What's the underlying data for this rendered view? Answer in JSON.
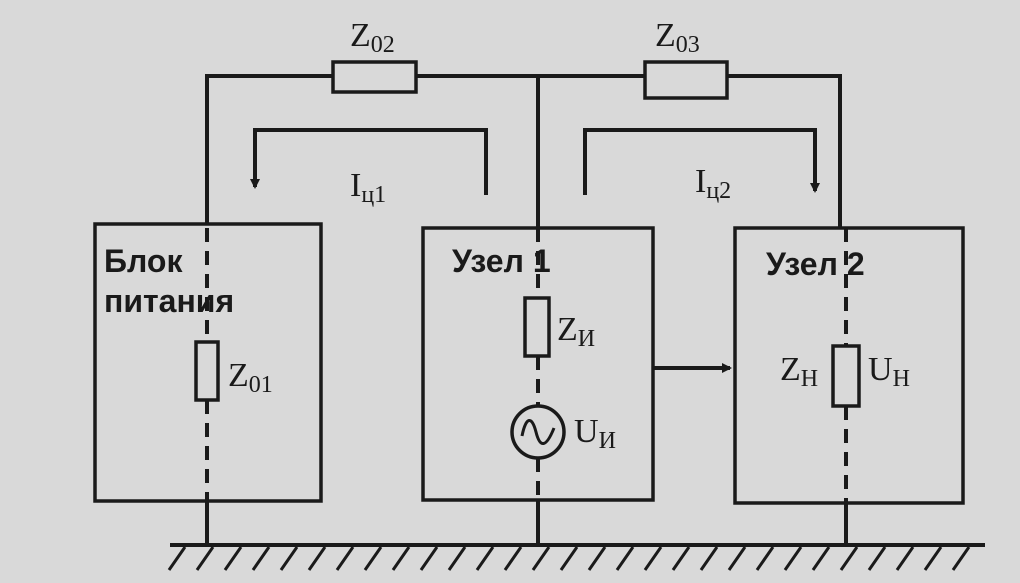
{
  "labels": {
    "z02": {
      "main": "Z",
      "sub": "02"
    },
    "z03": {
      "main": "Z",
      "sub": "03"
    },
    "i_c1": {
      "main": "I",
      "sub": "ц1"
    },
    "i_c2": {
      "main": "I",
      "sub": "ц2"
    },
    "z01": {
      "main": "Z",
      "sub": "01"
    },
    "z_i": {
      "main": "Z",
      "sub": "И"
    },
    "u_i": {
      "main": "U",
      "sub": "И"
    },
    "z_n": {
      "main": "Z",
      "sub": "Н"
    },
    "u_n": {
      "main": "U",
      "sub": "Н"
    }
  },
  "blocks": {
    "power": {
      "line1": "Блок",
      "line2": "питания"
    },
    "node1": {
      "line1": "Узел 1"
    },
    "node2": {
      "line1": "Узел 2"
    }
  },
  "colors": {
    "ink": "#1a1a1a",
    "paper": "#d9d9d9"
  }
}
